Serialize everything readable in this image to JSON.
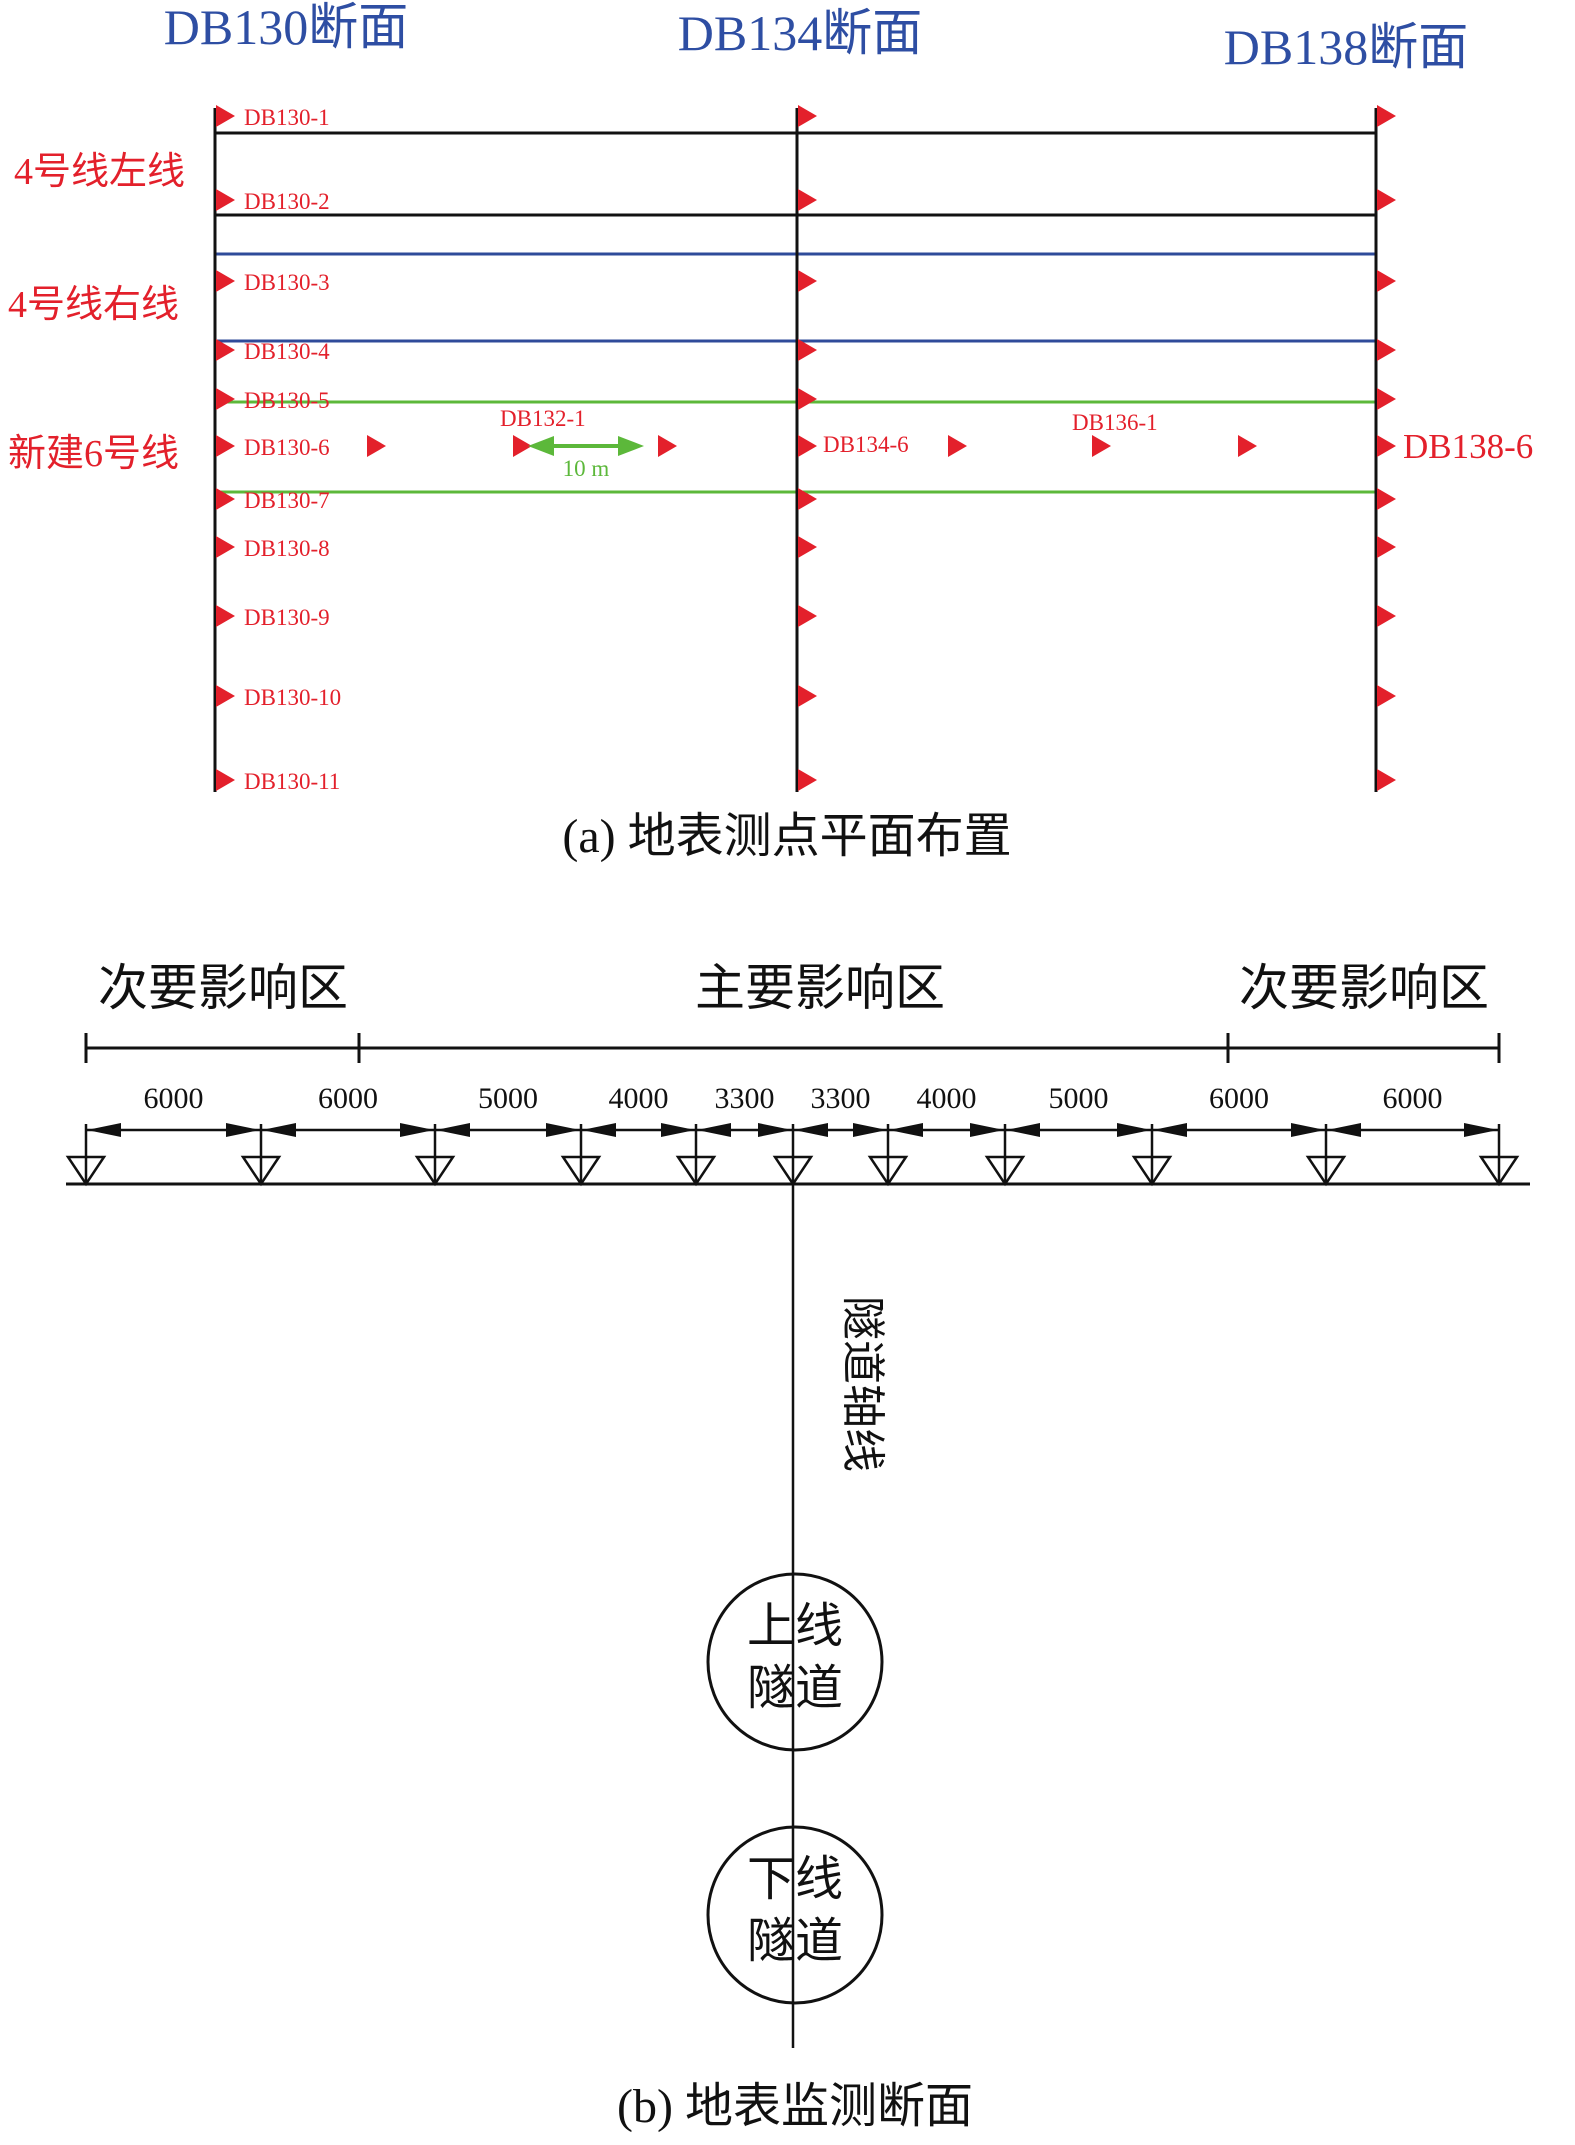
{
  "colors": {
    "blue_title": "#2e4ea3",
    "red": "#e3202b",
    "green": "#5cb83a",
    "black": "#111111",
    "line_blue": "#2f4b9a"
  },
  "part_a": {
    "section_titles": [
      "DB130断面",
      "DB134断面",
      "DB138断面"
    ],
    "line_labels": [
      "4号线左线",
      "4号线右线",
      "新建6号线"
    ],
    "point_labels": [
      "DB130-1",
      "DB130-2",
      "DB130-3",
      "DB130-4",
      "DB130-5",
      "DB130-6",
      "DB130-7",
      "DB130-8",
      "DB130-9",
      "DB130-10",
      "DB130-11"
    ],
    "extra_labels": {
      "db132": "DB132-1",
      "db134": "DB134-6",
      "db136": "DB136-1",
      "db138": "DB138-6",
      "spacing": "10 m"
    },
    "caption": "(a) 地表测点平面布置"
  },
  "part_b": {
    "zones": [
      "次要影响区",
      "主要影响区",
      "次要影响区"
    ],
    "spacings": [
      "6000",
      "6000",
      "5000",
      "4000",
      "3300",
      "3300",
      "4000",
      "5000",
      "6000",
      "6000"
    ],
    "axis_label": "隧道轴线",
    "upper_tunnel": [
      "上线",
      "隧道"
    ],
    "lower_tunnel": [
      "下线",
      "隧道"
    ],
    "caption": "(b) 地表监测断面"
  }
}
